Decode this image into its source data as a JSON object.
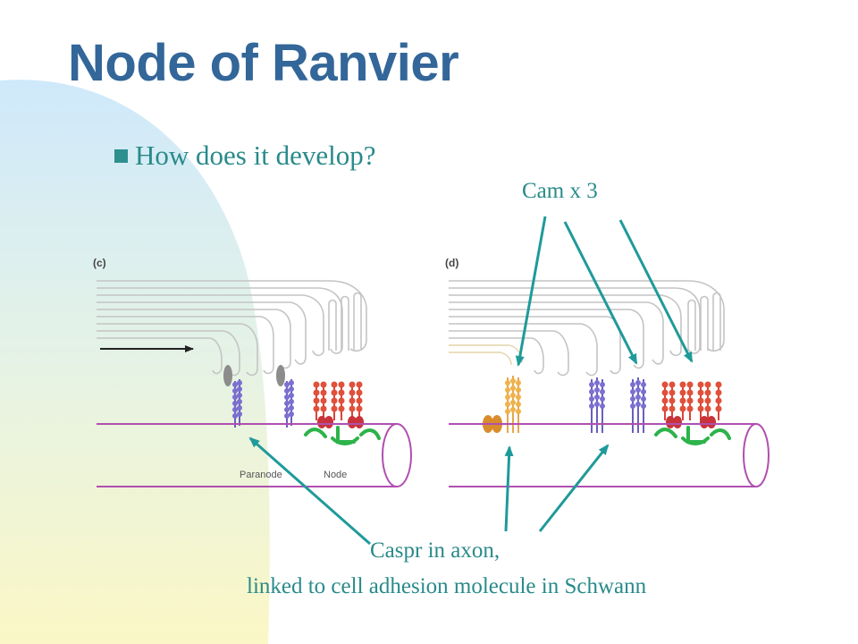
{
  "slide": {
    "title": "Node of Ranvier",
    "bullet": "How does it develop?",
    "annotations": {
      "cam": "Cam x 3",
      "caspr_line1": "Caspr in axon,",
      "caspr_line2": "linked to cell adhesion molecule in Schwann"
    }
  },
  "figure": {
    "panel_c": "(c)",
    "panel_d": "(d)",
    "paranode_label": "Paranode",
    "node_label": "Node"
  },
  "colors": {
    "title": "#336699",
    "annotation": "#2a8a8a",
    "arrow": "#1f9a9a",
    "axon": "#b04fb0",
    "caspr": "#7b6fd0",
    "sodium_channel": "#e0503a",
    "ankyrin": "#2db34a",
    "schwann": "#bdbdbd",
    "contactin": "#f0a43a"
  }
}
